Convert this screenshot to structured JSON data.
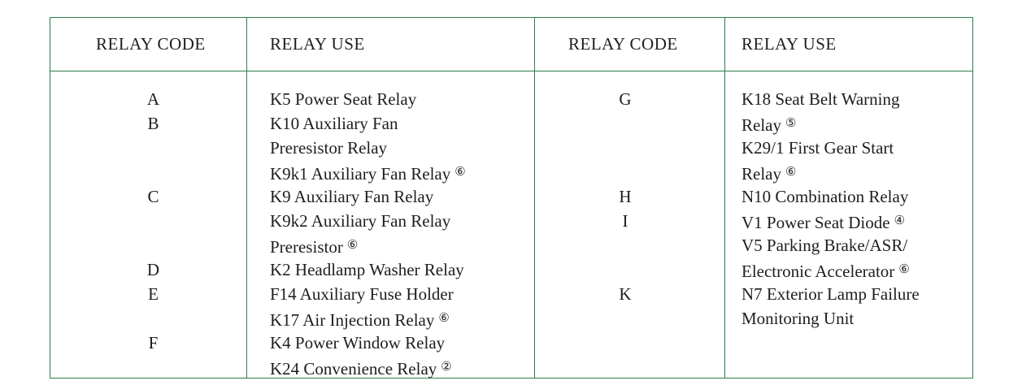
{
  "headers": {
    "code_left": "RELAY CODE",
    "use_left": "RELAY USE",
    "code_right": "RELAY CODE",
    "use_right": "RELAY USE"
  },
  "left": {
    "codes": [
      "A",
      "B",
      "",
      "",
      "C",
      "",
      "",
      "D",
      "E",
      "",
      "F",
      ""
    ],
    "uses": [
      {
        "text": "K5 Power Seat Relay",
        "note": ""
      },
      {
        "text": "K10 Auxiliary Fan",
        "note": ""
      },
      {
        "text": "Preresistor Relay",
        "note": ""
      },
      {
        "text": "K9k1 Auxiliary Fan Relay",
        "note": "⑥"
      },
      {
        "text": "K9 Auxiliary Fan Relay",
        "note": ""
      },
      {
        "text": "K9k2 Auxiliary Fan Relay",
        "note": ""
      },
      {
        "text": "Preresistor",
        "note": "⑥"
      },
      {
        "text": "K2 Headlamp Washer Relay",
        "note": ""
      },
      {
        "text": "F14 Auxiliary Fuse Holder",
        "note": ""
      },
      {
        "text": "K17 Air Injection Relay",
        "note": "⑥"
      },
      {
        "text": "K4 Power Window Relay",
        "note": ""
      },
      {
        "text": "K24 Convenience Relay",
        "note": "②"
      }
    ]
  },
  "right": {
    "codes": [
      "G",
      "",
      "",
      "",
      "H",
      "I",
      "",
      "",
      "K",
      ""
    ],
    "uses": [
      {
        "text": "K18 Seat Belt Warning",
        "note": ""
      },
      {
        "text": "Relay",
        "note": "⑤"
      },
      {
        "text": "K29/1 First Gear Start",
        "note": ""
      },
      {
        "text": "Relay",
        "note": "⑥"
      },
      {
        "text": "N10 Combination Relay",
        "note": ""
      },
      {
        "text": "V1 Power Seat Diode",
        "note": "④"
      },
      {
        "text": "V5 Parking Brake/ASR/",
        "note": ""
      },
      {
        "text": "Electronic Accelerator",
        "note": "⑥"
      },
      {
        "text": "N7 Exterior Lamp Failure",
        "note": ""
      },
      {
        "text": "Monitoring Unit",
        "note": ""
      }
    ]
  }
}
